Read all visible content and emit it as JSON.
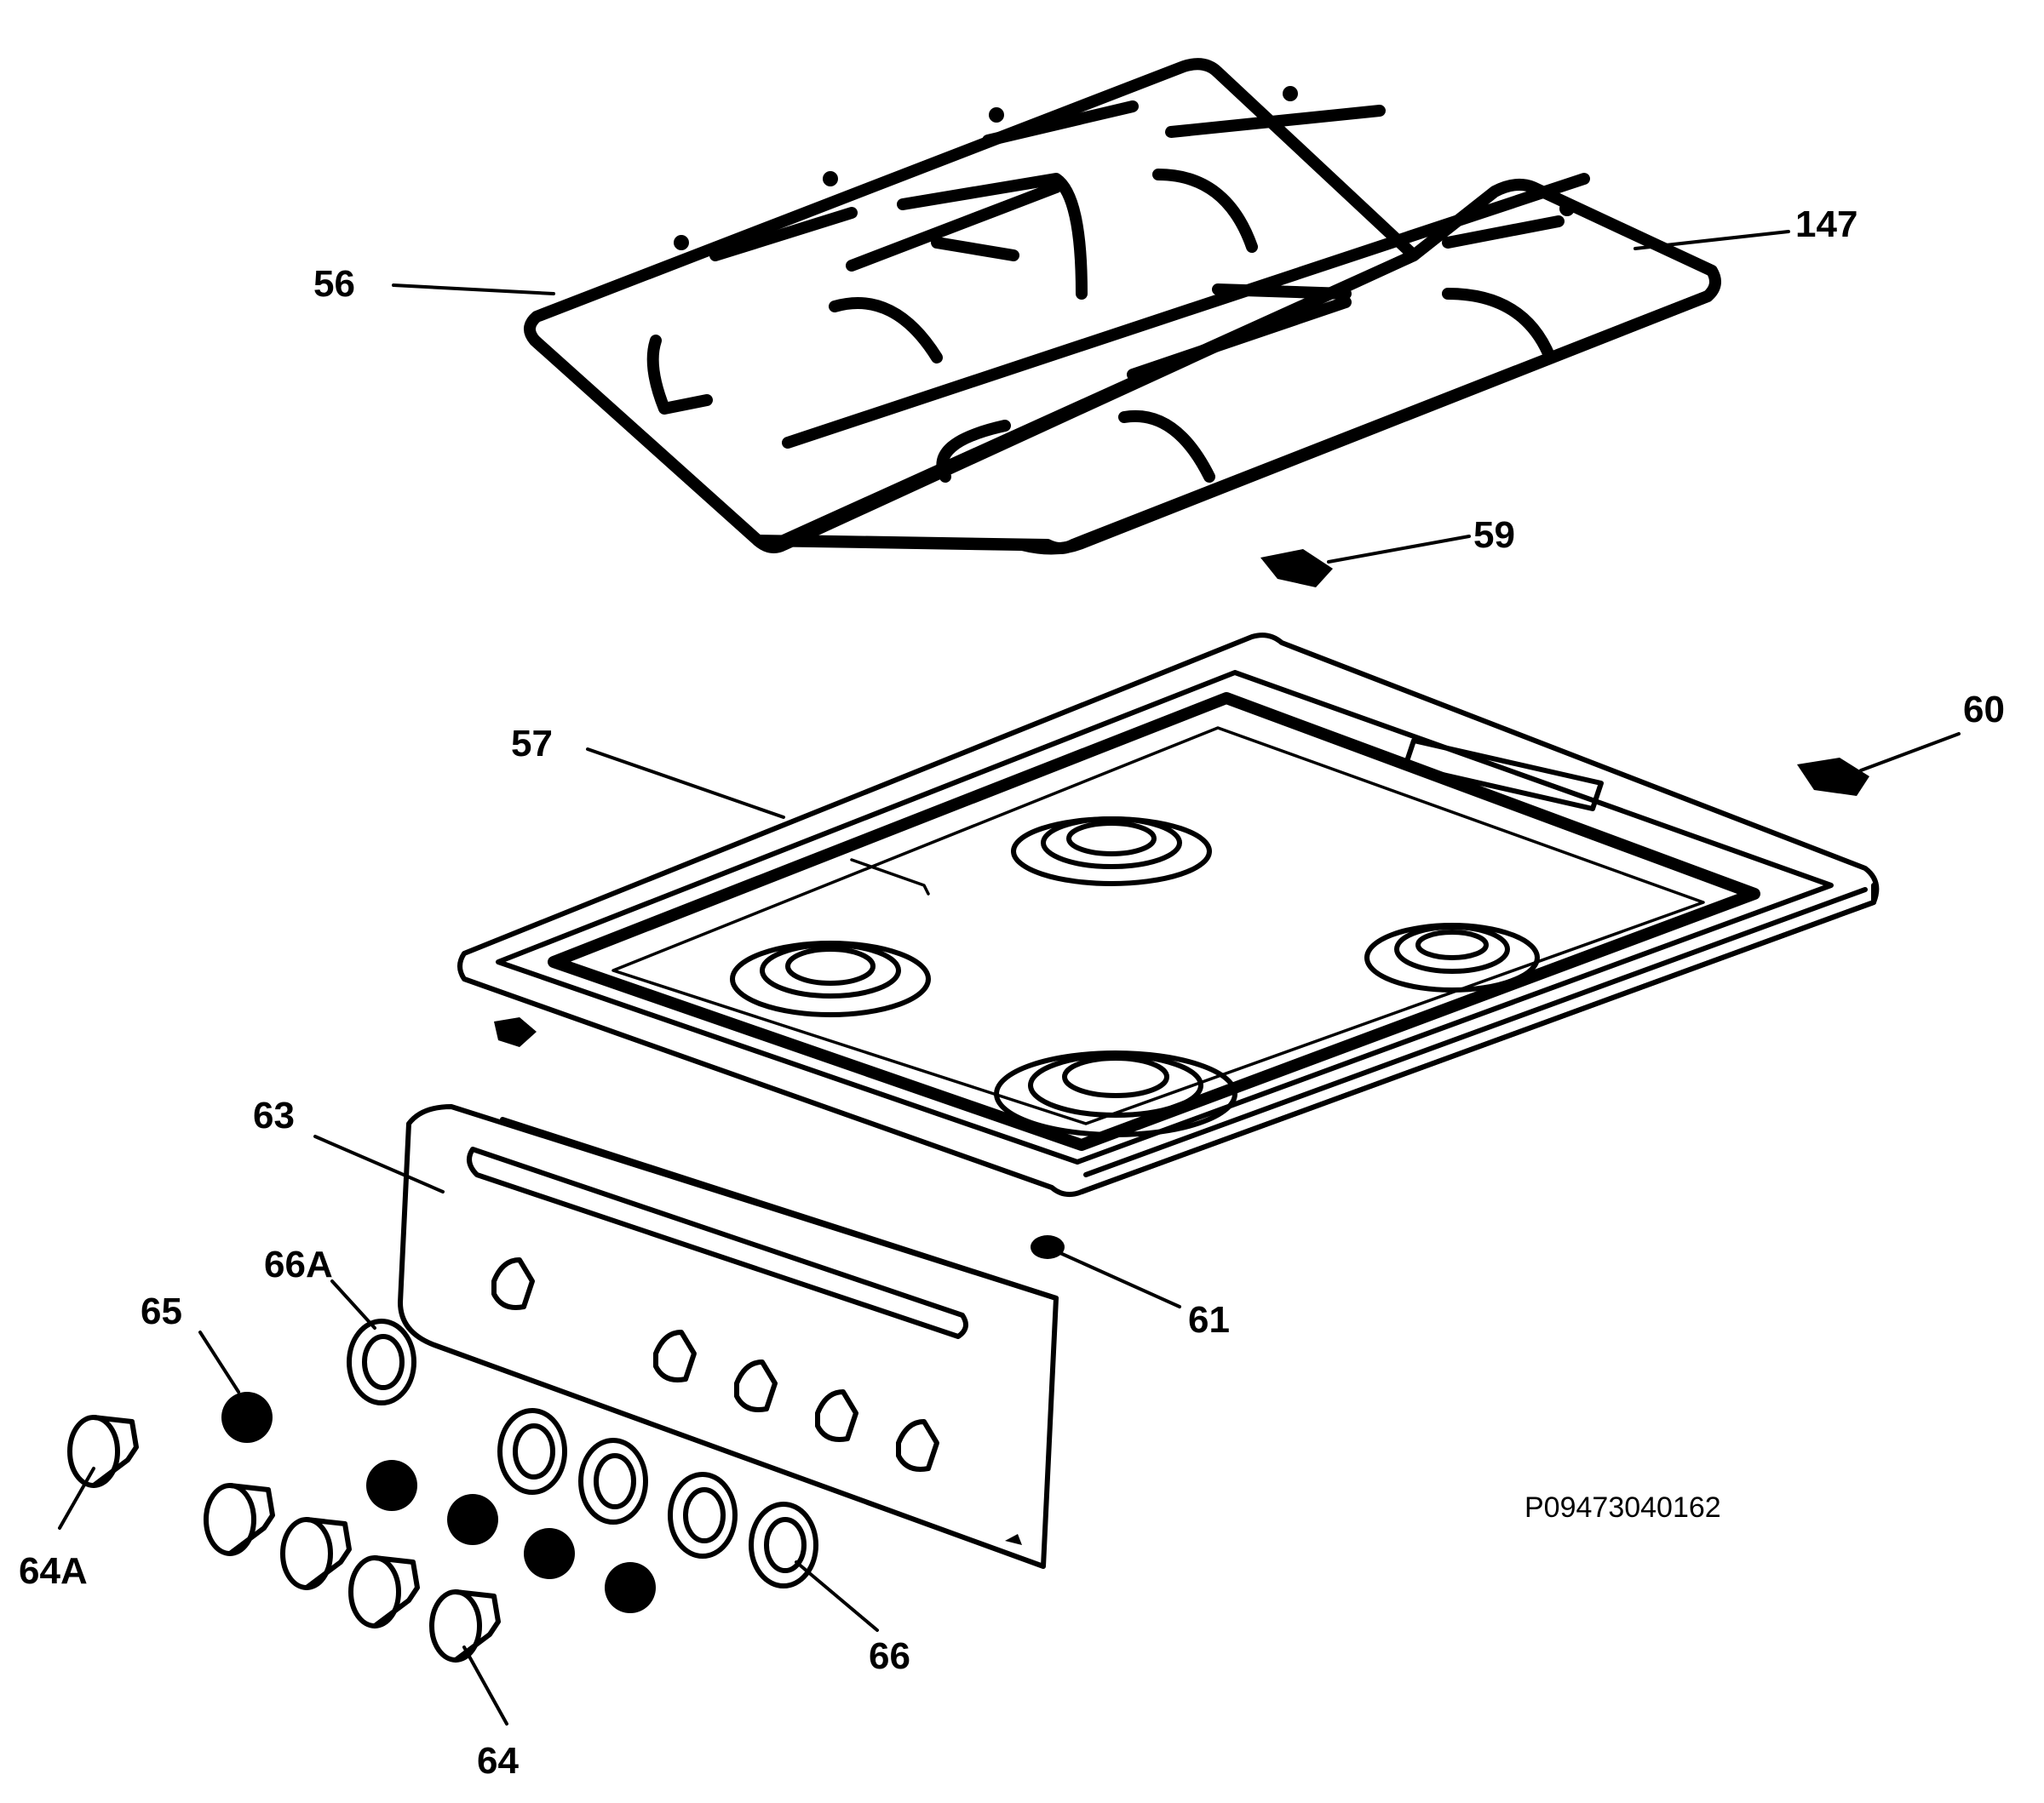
{
  "callouts": {
    "c56": "56",
    "c147": "147",
    "c59": "59",
    "c57": "57",
    "c60": "60",
    "c63": "63",
    "c61": "61",
    "c66A": "66A",
    "c65": "65",
    "c64A": "64A",
    "c64": "64",
    "c66": "66"
  },
  "drawing_code": "P09473040162"
}
